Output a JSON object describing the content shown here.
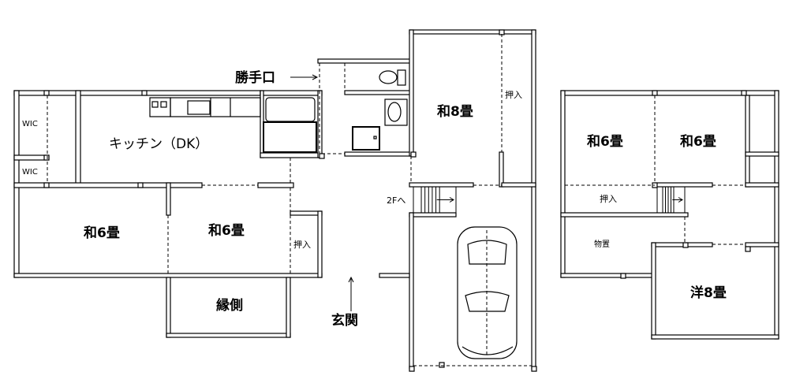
{
  "floor1": {
    "wic_1": "WIC",
    "wic_2": "WIC",
    "kitchen": "キッチン（DK）",
    "back_door": "勝手口",
    "japanese_room_a": "和6畳",
    "japanese_room_b": "和6畳",
    "closet": "押入",
    "veranda": "縁側",
    "entrance": "玄関",
    "japanese_room_8": "和8畳",
    "closet_8": "押入",
    "to_2f": "2Fへ"
  },
  "floor2": {
    "japanese_room_a": "和6畳",
    "japanese_room_b": "和6畳",
    "closet": "押入",
    "storage": "物置",
    "western_room": "洋8畳"
  },
  "colors": {
    "line": "#000000",
    "background": "#ffffff"
  }
}
